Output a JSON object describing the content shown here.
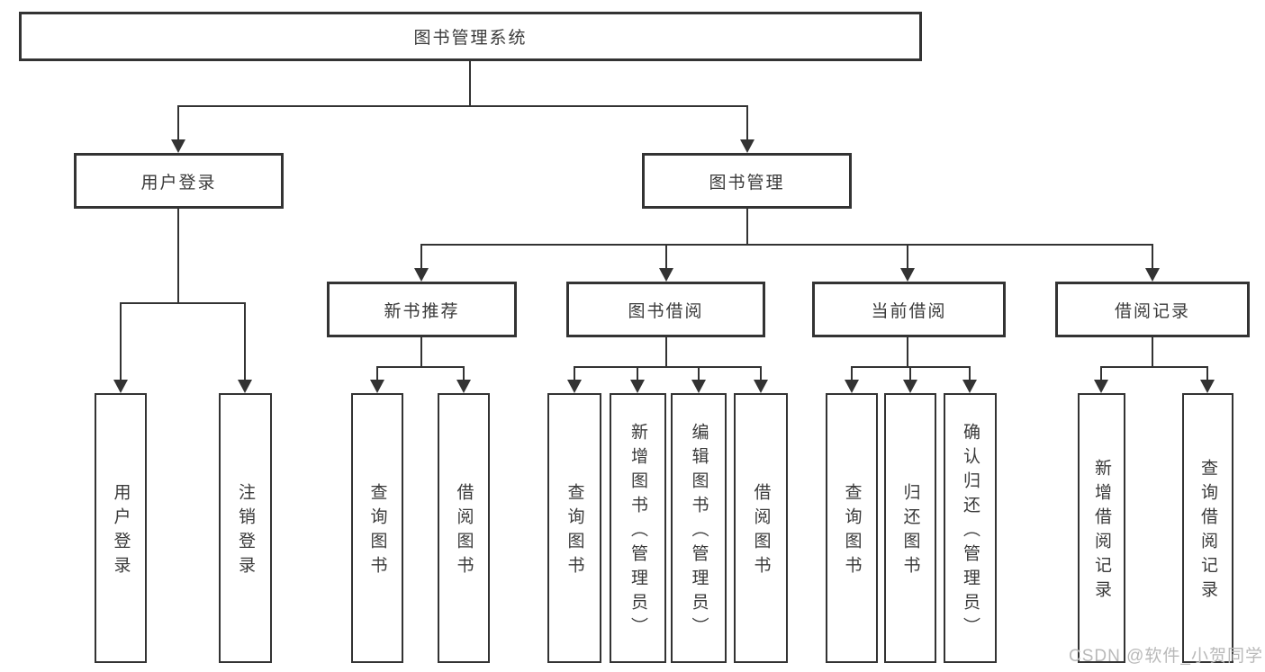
{
  "diagram": {
    "type": "hierarchy-tree",
    "watermark": "CSDN @软件_小贺同学",
    "colors": {
      "line": "#333333",
      "text": "#3a3a3a",
      "box_background": "#ffffff",
      "watermark": "#b9b9b9"
    },
    "nodes": {
      "root": {
        "label": "图书管理系统"
      },
      "level1": [
        {
          "label": "用户登录"
        },
        {
          "label": "图书管理"
        }
      ],
      "level2": [
        {
          "label": "新书推荐"
        },
        {
          "label": "图书借阅"
        },
        {
          "label": "当前借阅"
        },
        {
          "label": "借阅记录"
        }
      ],
      "leaves": [
        {
          "label": "用户登录",
          "parent": "用户登录"
        },
        {
          "label": "注销登录",
          "parent": "用户登录"
        },
        {
          "label": "查询图书",
          "parent": "新书推荐"
        },
        {
          "label": "借阅图书",
          "parent": "新书推荐"
        },
        {
          "label": "查询图书",
          "parent": "图书借阅"
        },
        {
          "label": "新增图书（管理员）",
          "parent": "图书借阅"
        },
        {
          "label": "编辑图书（管理员）",
          "parent": "图书借阅"
        },
        {
          "label": "借阅图书",
          "parent": "图书借阅"
        },
        {
          "label": "查询图书",
          "parent": "当前借阅"
        },
        {
          "label": "归还图书",
          "parent": "当前借阅"
        },
        {
          "label": "确认归还（管理员）",
          "parent": "当前借阅"
        },
        {
          "label": "新增借阅记录",
          "parent": "借阅记录"
        },
        {
          "label": "查询借阅记录",
          "parent": "借阅记录"
        }
      ]
    },
    "hierarchy": {
      "图书管理系统": [
        "用户登录",
        "图书管理"
      ],
      "用户登录": [
        "用户登录",
        "注销登录"
      ],
      "图书管理": [
        "新书推荐",
        "图书借阅",
        "当前借阅",
        "借阅记录"
      ],
      "新书推荐": [
        "查询图书",
        "借阅图书"
      ],
      "图书借阅": [
        "查询图书",
        "新增图书（管理员）",
        "编辑图书（管理员）",
        "借阅图书"
      ],
      "当前借阅": [
        "查询图书",
        "归还图书",
        "确认归还（管理员）"
      ],
      "借阅记录": [
        "新增借阅记录",
        "查询借阅记录"
      ]
    }
  }
}
